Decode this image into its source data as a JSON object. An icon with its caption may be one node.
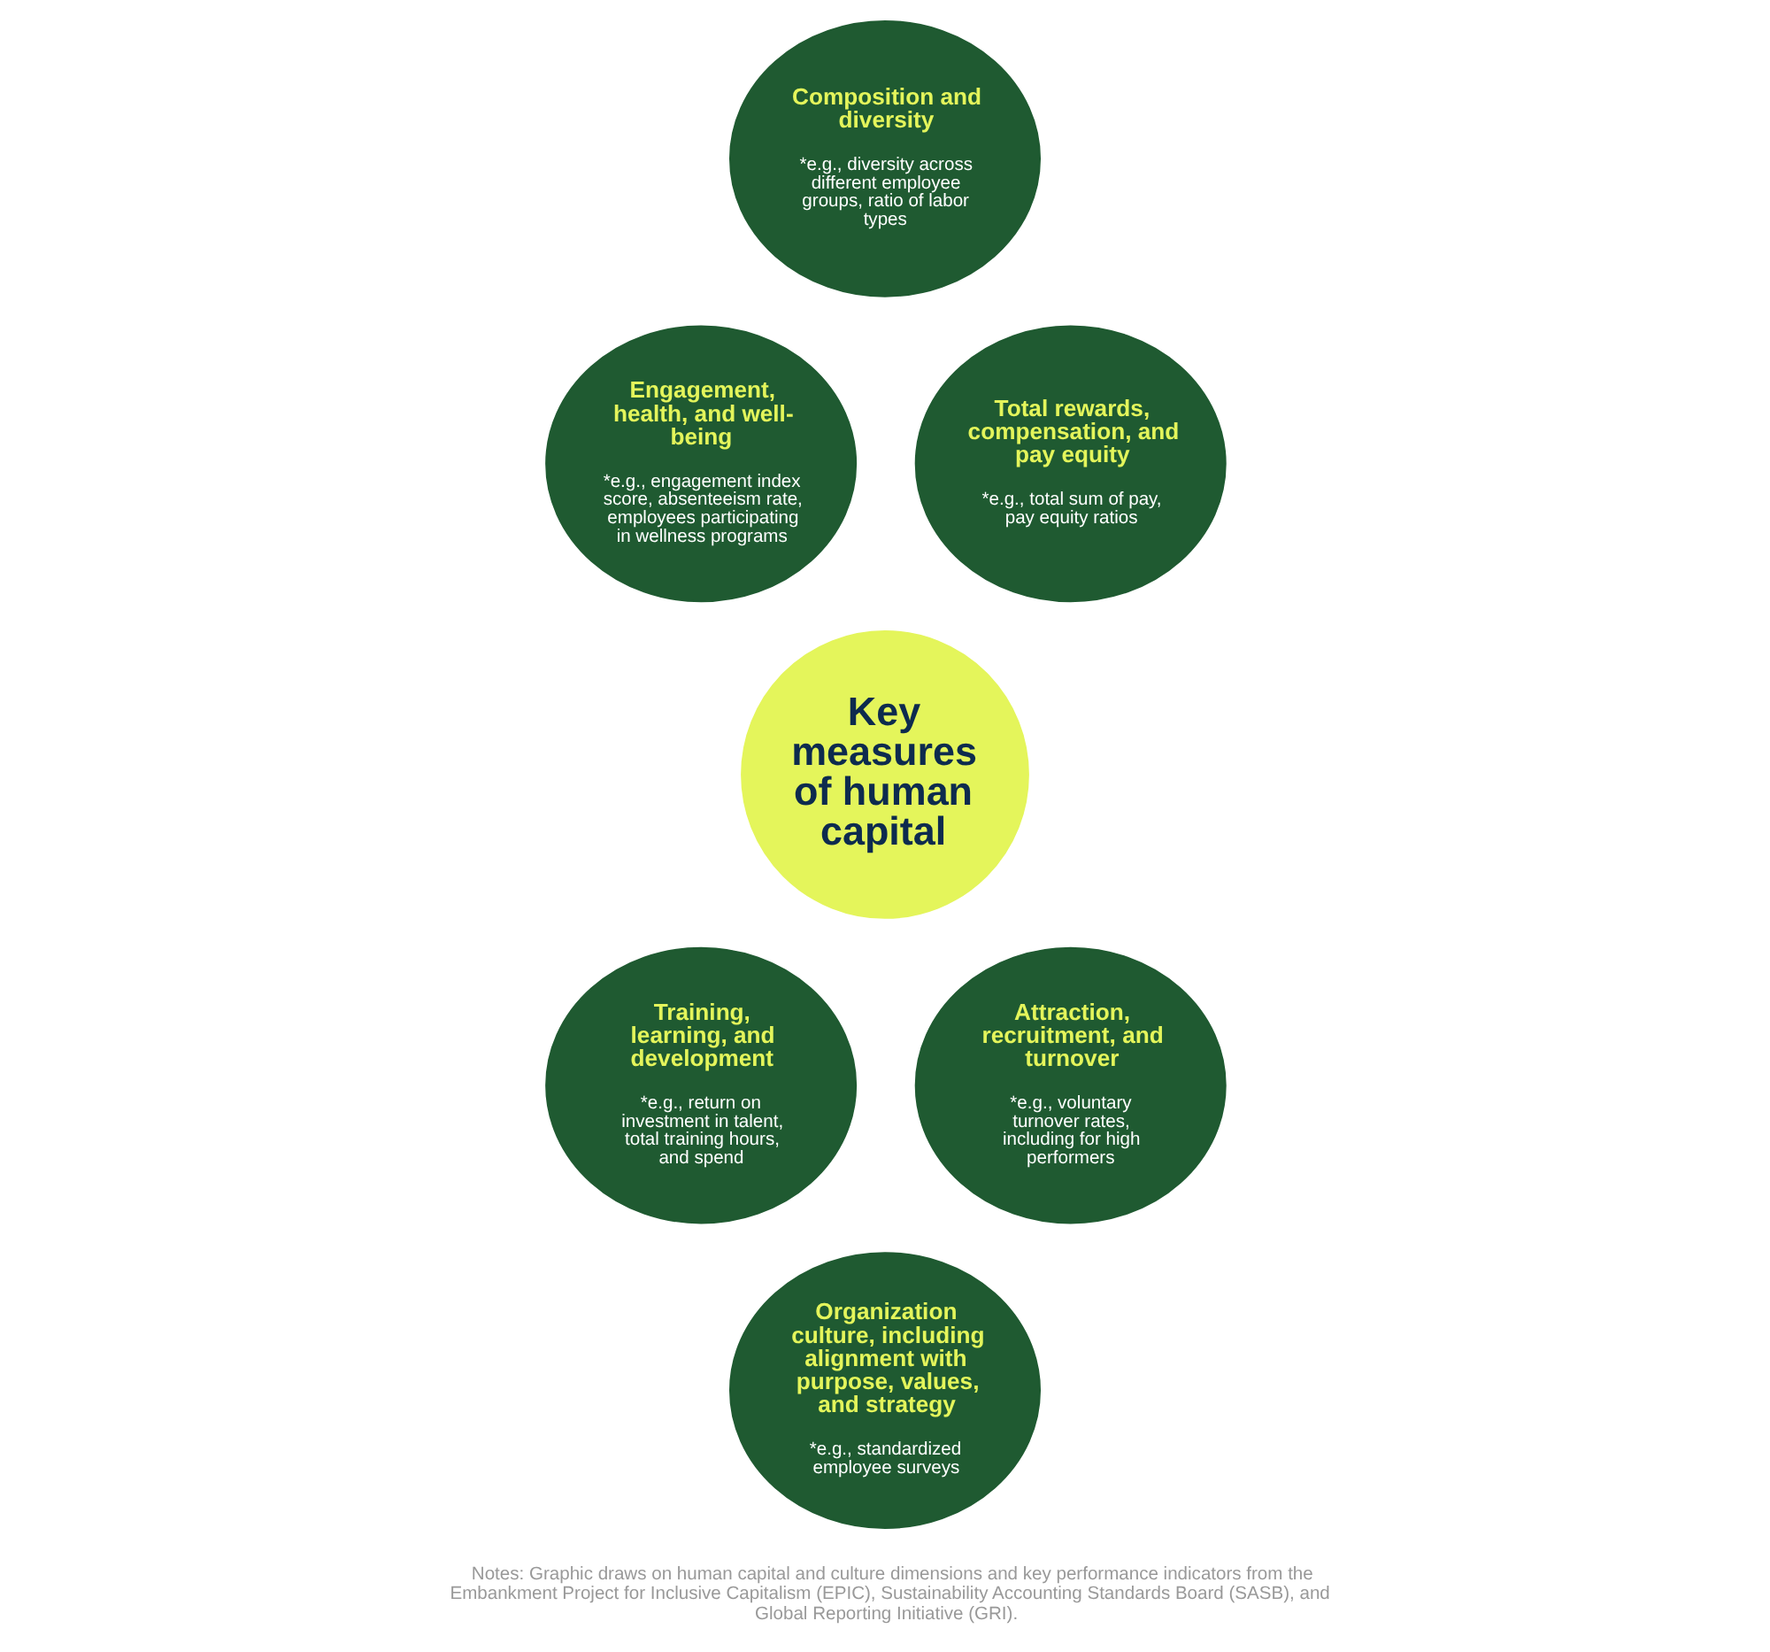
{
  "diagram": {
    "nodes": [
      {
        "text": [
          "Composition and diversity",
          "*e.g., diversity across different employee groups, ratio of labor types"
        ]
      },
      {
        "text": [
          "Engagement, health, and well-being",
          "*e.g., engagement index score, absenteeism rate, employees participating in wellness programs"
        ]
      },
      {
        "text": [
          "Total rewards, compensation, and pay equity",
          "*e.g., total sum of pay, pay equity ratios"
        ]
      },
      {
        "text": [
          "Key measures of human capital"
        ]
      },
      {
        "text": [
          "Training, learning, and development",
          "*e.g., return on investment in talent, total training hours, and spend"
        ]
      },
      {
        "text": [
          "Attraction, recruitment, and turnover",
          "*e.g., voluntary turnover rates, including for high performers"
        ]
      },
      {
        "text": [
          "Organization culture, including alignment with purpose, values, and strategy",
          "*e.g., standardized employee surveys"
        ]
      }
    ],
    "edges": [],
    "labels": [
      "Notes: Graphic draws on human capital and culture dimensions and key performance indicators from the Embankment Project for Inclusive Capitalism (EPIC), Sustainability Accounting Standards Board (SASB), and Global Reporting Initiative (GRI)."
    ]
  }
}
